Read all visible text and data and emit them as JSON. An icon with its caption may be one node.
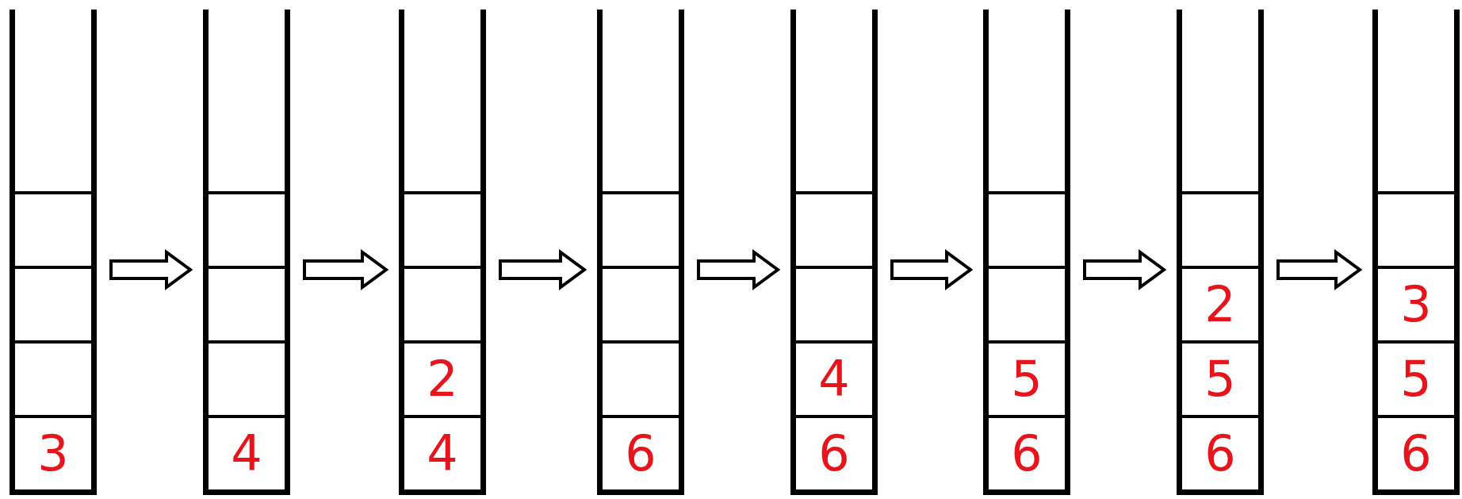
{
  "diagram": {
    "nodes": [
      {
        "text": [],
        "shape": "box"
      },
      {
        "text": [],
        "shape": "box",
        "in": 0
      },
      {
        "text": [],
        "shape": "box",
        "in": 0
      },
      {
        "text": [],
        "shape": "box",
        "in": 0
      },
      {
        "text": [
          "3"
        ],
        "in": 0
      },
      {
        "text": [],
        "shape": "box"
      },
      {
        "text": [],
        "shape": "box",
        "in": 5
      },
      {
        "text": [],
        "shape": "box",
        "in": 5
      },
      {
        "text": [],
        "shape": "box",
        "in": 5
      },
      {
        "text": [
          "4"
        ],
        "in": 5
      },
      {
        "text": [],
        "shape": "box"
      },
      {
        "text": [],
        "shape": "box",
        "in": 10
      },
      {
        "text": [],
        "shape": "box",
        "in": 10
      },
      {
        "text": [
          "2"
        ],
        "in": 10
      },
      {
        "text": [
          "4"
        ],
        "in": 10
      },
      {
        "text": [],
        "shape": "box"
      },
      {
        "text": [],
        "shape": "box",
        "in": 15
      },
      {
        "text": [],
        "shape": "box",
        "in": 15
      },
      {
        "text": [],
        "shape": "box",
        "in": 15
      },
      {
        "text": [
          "6"
        ],
        "in": 15
      },
      {
        "text": [],
        "shape": "box"
      },
      {
        "text": [],
        "shape": "box",
        "in": 20
      },
      {
        "text": [],
        "shape": "box",
        "in": 20
      },
      {
        "text": [
          "4"
        ],
        "in": 20
      },
      {
        "text": [
          "6"
        ],
        "in": 20
      },
      {
        "text": [],
        "shape": "box"
      },
      {
        "text": [],
        "shape": "box",
        "in": 25
      },
      {
        "text": [],
        "shape": "box",
        "in": 25
      },
      {
        "text": [
          "5"
        ],
        "in": 25
      },
      {
        "text": [
          "6"
        ],
        "in": 25
      },
      {
        "text": [],
        "shape": "box"
      },
      {
        "text": [],
        "shape": "box",
        "in": 30
      },
      {
        "text": [
          "2"
        ],
        "in": 30
      },
      {
        "text": [
          "5"
        ],
        "in": 30
      },
      {
        "text": [
          "6"
        ],
        "in": 30
      },
      {
        "text": [],
        "shape": "box"
      },
      {
        "text": [],
        "shape": "box",
        "in": 35
      },
      {
        "text": [
          "3"
        ],
        "in": 35
      },
      {
        "text": [
          "5"
        ],
        "in": 35
      },
      {
        "text": [
          "6"
        ],
        "in": 35
      }
    ],
    "edges": [
      {
        "from": 0,
        "to": 5,
        "arrow": "to"
      },
      {
        "from": 5,
        "to": 10,
        "arrow": "to"
      },
      {
        "from": 10,
        "to": 15,
        "arrow": "to"
      },
      {
        "from": 15,
        "to": 20,
        "arrow": "to"
      },
      {
        "from": 20,
        "to": 25,
        "arrow": "to"
      },
      {
        "from": 25,
        "to": 30,
        "arrow": "to"
      },
      {
        "from": 30,
        "to": 35,
        "arrow": "to"
      }
    ]
  }
}
